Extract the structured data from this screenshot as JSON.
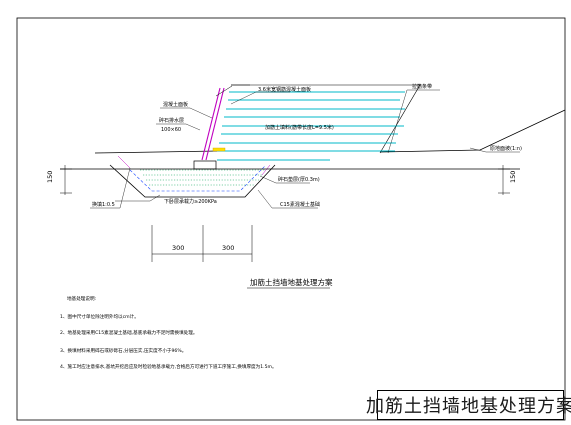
{
  "labels": {
    "top_label": "3.6米宽钢筋混凝土面板",
    "panel_label": "混凝土面板",
    "filter_label": "碎石排水层",
    "filter_size": "100×60",
    "reinforced_fill_label": "加筋土填料(筋带长度L=9.5米)",
    "geogrid_label": "拉筋条带",
    "slope_label": "原地面坡(1:n)",
    "treat_layer_label": "碎石垫层(厚0.3m)",
    "replace_label": "C15素混凝土基础",
    "bearing_label": "下卧层承载力≥200KPa",
    "trench_label": "换填1:0.5",
    "dim_left": "150",
    "dim_right": "150",
    "dim_width_left": "300",
    "dim_width_right": "300"
  },
  "subtitle": "加筋土挡墙地基处理方案",
  "notes": {
    "heading": "地基处理说明:",
    "items": [
      "1、图中尺寸单位除注明外均以cm计。",
      "2、地基处理采用C15素混凝土基础,基底承载力不足时需换填处理。",
      "3、换填材料采用碎石或砂砾石,分层压实,压实度不小于96%。",
      "4、施工时应注意排水,基坑开挖后应及时检验地基承载力,合格后方可进行下道工序施工,换填厚度为1.5m。"
    ]
  },
  "title_block": {
    "title": "加筋土挡墙地基处理方案"
  },
  "colors": {
    "reinforcement": "#00b8c8",
    "reinforcement_light": "#7fe3ea",
    "panel": "#c000c0",
    "bedding": "#00a050",
    "bearing": "#1040ff",
    "footing": "#ffe000",
    "line": "#000000"
  }
}
